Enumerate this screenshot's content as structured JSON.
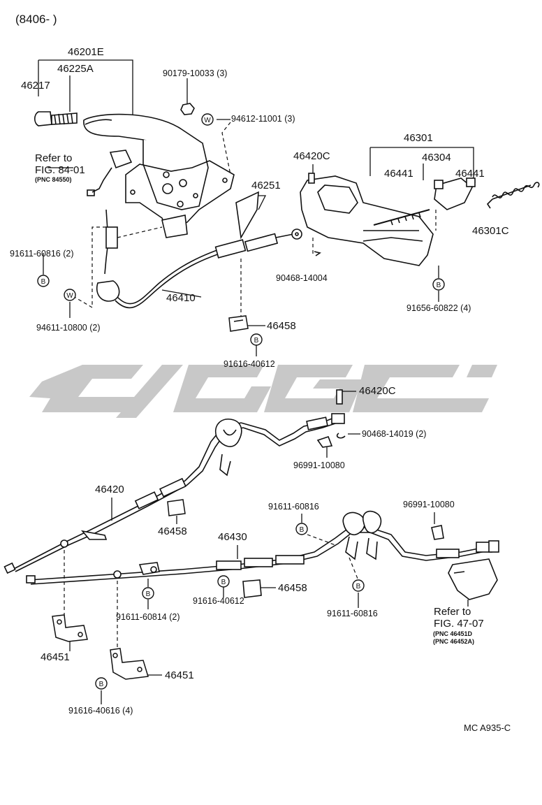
{
  "header": {
    "date_code": "(8406-      )"
  },
  "footer": {
    "code": "MC  A935-C"
  },
  "watermark": {
    "color": "#c8c8c8"
  },
  "symbols": {
    "bolt": "B",
    "washer": "W"
  },
  "parts": {
    "p46201E": "46201E",
    "p46225A": "46225A",
    "p46217": "46217",
    "p90179": "90179-10033 (3)",
    "p94612": "94612-11001 (3)",
    "p46251": "46251",
    "p91611_top": "91611-60816 (2)",
    "p94611": "94611-10800 (2)",
    "p46410": "46410",
    "p46458_a": "46458",
    "p91616_40612_a": "91616-40612",
    "p46420C_a": "46420C",
    "p90468_14004": "90468-14004",
    "p46301": "46301",
    "p46304": "46304",
    "p46441_a": "46441",
    "p46441_b": "46441",
    "p46301C": "46301C",
    "p91656": "91656-60822 (4)",
    "p46420C_b": "46420C",
    "p90468_14019": "90468-14019 (2)",
    "p96991_a": "96991-10080",
    "p46420": "46420",
    "p46458_b": "46458",
    "p91611_mid": "91611-60816",
    "p96991_b": "96991-10080",
    "p46430": "46430",
    "p91616_40612_b": "91616-40612",
    "p46458_c": "46458",
    "p91611_60814": "91611-60814 (2)",
    "p91611_low": "91611-60816",
    "p46451_a": "46451",
    "p46451_b": "46451",
    "p91616_40616": "91616-40616 (4)"
  },
  "refs": {
    "fig84": {
      "line1": "Refer to",
      "line2": "FIG. 84-01",
      "pnc": "(PNC  84550)"
    },
    "fig47": {
      "line1": "Refer to",
      "line2": "FIG. 47-07",
      "pnc1": "(PNC 46451D",
      "pnc2": "(PNC 46452A)"
    }
  }
}
